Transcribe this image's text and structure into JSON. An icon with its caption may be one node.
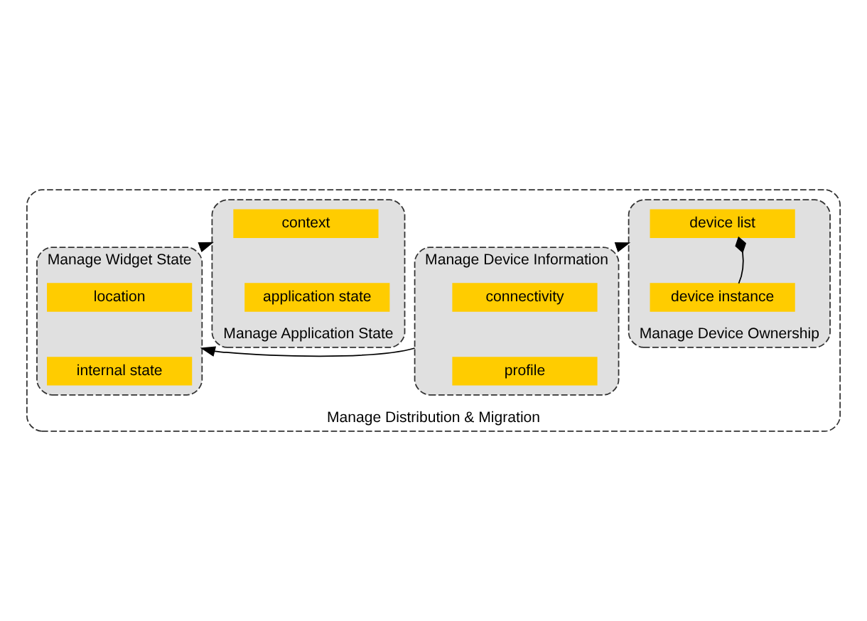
{
  "diagram": {
    "nodes": [
      {
        "text": [
          "Manage Distribution & Migration"
        ]
      },
      {
        "text": [
          "Manage Device Ownership"
        ],
        "in": 0
      },
      {
        "text": [
          "device list"
        ],
        "in": 1
      },
      {
        "text": [
          "device instance"
        ],
        "in": 1
      },
      {
        "text": [
          "Manage Application State"
        ],
        "in": 0
      },
      {
        "text": [
          "context"
        ],
        "in": 4
      },
      {
        "text": [
          "application state"
        ],
        "in": 4
      },
      {
        "text": [
          "Manage Device Information"
        ],
        "in": 0
      },
      {
        "text": [
          "connectivity"
        ],
        "in": 7
      },
      {
        "text": [
          "profile"
        ],
        "in": 7
      },
      {
        "text": [
          "Manage Widget State"
        ],
        "in": 0
      },
      {
        "text": [
          "location"
        ],
        "in": 10
      },
      {
        "text": [
          "internal state"
        ],
        "in": 10
      }
    ],
    "edges": [
      {
        "from": 3,
        "to": 2,
        "arrow": "other"
      },
      {
        "from": 7,
        "to": 1,
        "arrow": "to"
      },
      {
        "from": 7,
        "to": 10,
        "arrow": "to"
      },
      {
        "from": 10,
        "to": 4,
        "arrow": "to"
      }
    ]
  }
}
